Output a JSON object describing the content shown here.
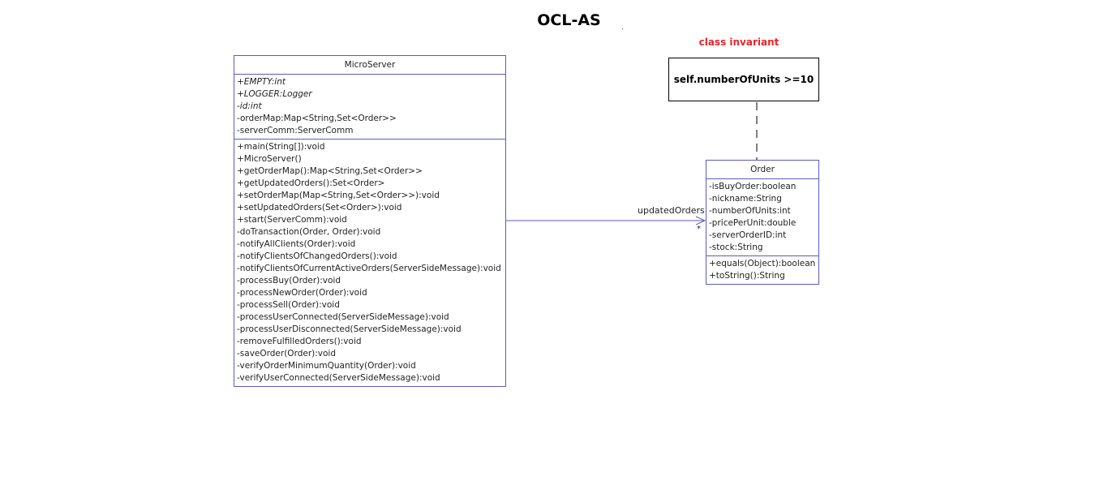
{
  "title": "OCL-AS",
  "invariant": {
    "label": "class invariant",
    "expression": "self.numberOfUnits >=10"
  },
  "classes": {
    "microserver": {
      "name": "MicroServer",
      "attributes": [
        {
          "text": "+EMPTY:int",
          "italic": true
        },
        {
          "text": "+LOGGER:Logger",
          "italic": true
        },
        {
          "text": "-id:int",
          "italic": true
        },
        {
          "text": "-orderMap:Map<String,Set<Order>>",
          "italic": false
        },
        {
          "text": "-serverComm:ServerComm",
          "italic": false
        }
      ],
      "operations": [
        "+main(String[]):void",
        "+MicroServer()",
        "+getOrderMap():Map<String,Set<Order>>",
        "+getUpdatedOrders():Set<Order>",
        "+setOrderMap(Map<String,Set<Order>>):void",
        "+setUpdatedOrders(Set<Order>):void",
        "+start(ServerComm):void",
        "-doTransaction(Order, Order):void",
        "-notifyAllClients(Order):void",
        "-notifyClientsOfChangedOrders():void",
        "-notifyClientsOfCurrentActiveOrders(ServerSideMessage):void",
        "-processBuy(Order):void",
        "-processNewOrder(Order):void",
        "-processSell(Order):void",
        "-processUserConnected(ServerSideMessage):void",
        "-processUserDisconnected(ServerSideMessage):void",
        "-removeFulfilledOrders():void",
        "-saveOrder(Order):void",
        "-verifyOrderMinimumQuantity(Order):void",
        "-verifyUserConnected(ServerSideMessage):void"
      ]
    },
    "order": {
      "name": "Order",
      "attributes": [
        {
          "text": "-isBuyOrder:boolean",
          "italic": false
        },
        {
          "text": "-nickname:String",
          "italic": false
        },
        {
          "text": "-numberOfUnits:int",
          "italic": false
        },
        {
          "text": "-pricePerUnit:double",
          "italic": false
        },
        {
          "text": "-serverOrderID:int",
          "italic": false
        },
        {
          "text": "-stock:String",
          "italic": false
        }
      ],
      "operations": [
        "+equals(Object):boolean",
        "+toString():String"
      ]
    }
  },
  "association": {
    "role": "updatedOrders",
    "multiplicity": "*"
  },
  "colors": {
    "class_border": "#5b5bbd",
    "invariant_label": "#e8262a"
  }
}
